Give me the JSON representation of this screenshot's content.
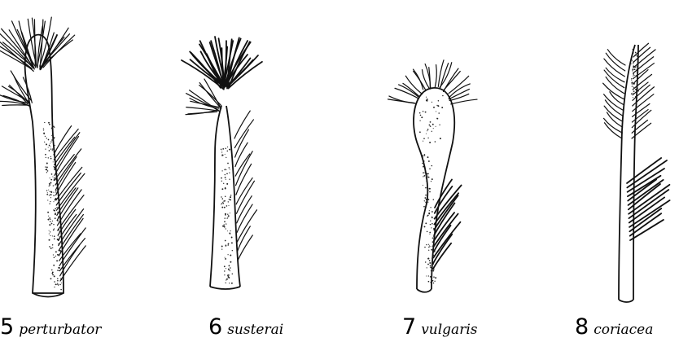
{
  "figures": [
    {
      "number": "5",
      "species": "perturbator"
    },
    {
      "number": "6",
      "species": "susterai"
    },
    {
      "number": "7",
      "species": "vulgaris"
    },
    {
      "number": "8",
      "species": "coriacea"
    }
  ]
}
